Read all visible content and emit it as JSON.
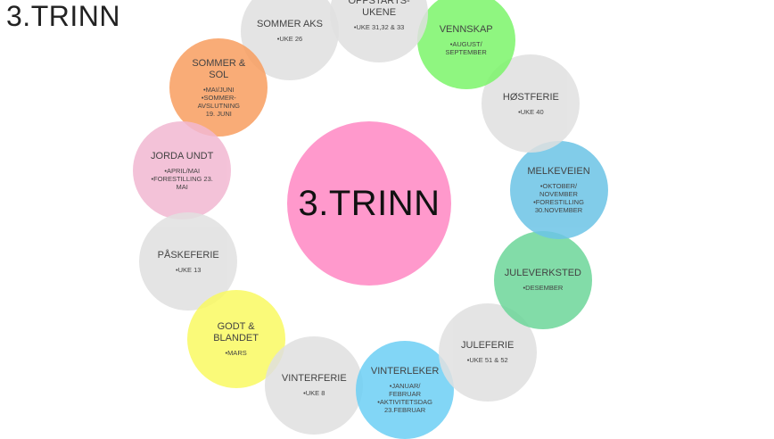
{
  "slide": {
    "title": "3.TRINN"
  },
  "center": {
    "label": "3.TRINN",
    "color": "#ff99cc"
  },
  "nodes": [
    {
      "title": "OPPSTARTS-\nUKENE",
      "items": [
        "•UKE 31,32 & 33"
      ],
      "color": "#e0e0e0"
    },
    {
      "title": "VENNSKAP",
      "items": [
        "•AUGUST/\nSEPTEMBER"
      ],
      "color": "#7cf56a"
    },
    {
      "title": "HØSTFERIE",
      "items": [
        "•UKE 40"
      ],
      "color": "#e0e0e0"
    },
    {
      "title": "MELKEVEIEN",
      "items": [
        "•OKTOBER/\nNOVEMBER",
        "•FORESTILLING\n30.NOVEMBER"
      ],
      "color": "#6cc4e6"
    },
    {
      "title": "JULEVERKSTED",
      "items": [
        "•DESEMBER"
      ],
      "color": "#6dd69a"
    },
    {
      "title": "JULEFERIE",
      "items": [
        "•UKE 51 & 52"
      ],
      "color": "#e0e0e0"
    },
    {
      "title": "VINTERLEKER",
      "items": [
        "•JANUAR/\nFEBRUAR",
        "•AKTIVITETSDAG\n23.FEBRUAR"
      ],
      "color": "#6dd0f5"
    },
    {
      "title": "VINTERFERIE",
      "items": [
        "•UKE 8"
      ],
      "color": "#e0e0e0"
    },
    {
      "title": "GODT &\nBLANDET",
      "items": [
        "•MARS"
      ],
      "color": "#fafa62"
    },
    {
      "title": "PÅSKEFERIE",
      "items": [
        "•UKE 13"
      ],
      "color": "#e0e0e0"
    },
    {
      "title": "JORDA UNDT",
      "items": [
        "•APRIL/MAI",
        "•FORESTILLING 23.\nMAI"
      ],
      "color": "#f2b8d2"
    },
    {
      "title": "SOMMER &\nSOL",
      "items": [
        "•MAI/JUNI",
        "•SOMMER-\nAVSLUTNING\n19. JUNI"
      ],
      "color": "#f99e60"
    },
    {
      "title": "SOMMER AKS",
      "items": [
        "•UKE 26"
      ],
      "color": "#e0e0e0"
    }
  ]
}
